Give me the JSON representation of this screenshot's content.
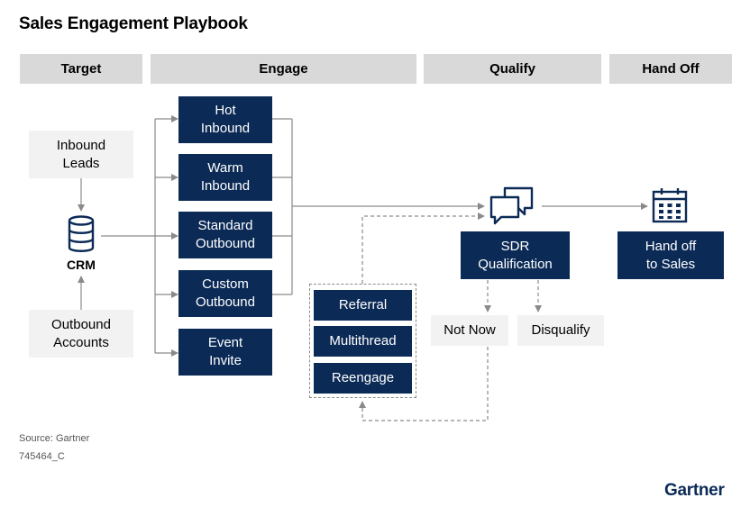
{
  "title": "Sales Engagement Playbook",
  "phases": [
    "Target",
    "Engage",
    "Qualify",
    "Hand Off"
  ],
  "target": {
    "inbound": "Inbound\nLeads",
    "crm": "CRM",
    "outbound": "Outbound\nAccounts"
  },
  "engage": [
    "Hot\nInbound",
    "Warm\nInbound",
    "Standard\nOutbound",
    "Custom\nOutbound",
    "Event\nInvite"
  ],
  "reengage_group": [
    "Referral",
    "Multithread",
    "Reengage"
  ],
  "qualify": {
    "sdr": "SDR\nQualification",
    "not_now": "Not Now",
    "disqualify": "Disqualify"
  },
  "handoff": "Hand off\nto Sales",
  "source": "Source: Gartner",
  "code": "745464_C",
  "logo": "Gartner",
  "colors": {
    "navy": "#0b2a56",
    "phase_bg": "#d9d9d9",
    "light_box": "#f2f2f2",
    "line": "#8a8a8a"
  }
}
